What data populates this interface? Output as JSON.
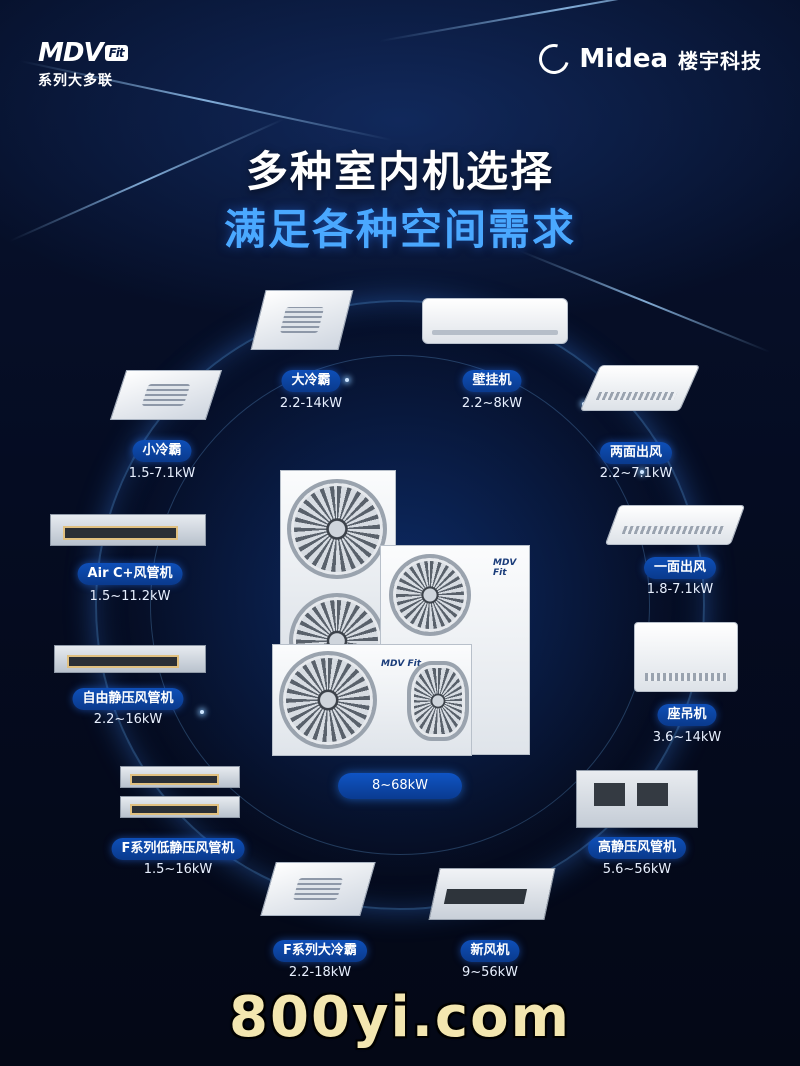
{
  "header": {
    "series_logo": "MDV",
    "series_logo_fit": "Fit",
    "series_name": "系列大多联",
    "brand_name": "Midea",
    "brand_cn": "楼宇科技"
  },
  "title": {
    "line1": "多种室内机选择",
    "line2": "满足各种空间需求"
  },
  "products": [
    {
      "name": "大冷霸",
      "capacity": "2.2-14kW",
      "icon": "cassette-4way"
    },
    {
      "name": "壁挂机",
      "capacity": "2.2~8kW",
      "icon": "wall-mounted"
    },
    {
      "name": "小冷霸",
      "capacity": "1.5-7.1kW",
      "icon": "compact-cassette"
    },
    {
      "name": "两面出风",
      "capacity": "2.2~7.1kW",
      "icon": "two-way-cassette"
    },
    {
      "name": "一面出风",
      "capacity": "1.8-7.1kW",
      "icon": "one-way-cassette"
    },
    {
      "name": "Air C+风管机",
      "capacity": "1.5~11.2kW",
      "icon": "duct-unit"
    },
    {
      "name": "座吊机",
      "capacity": "3.6~14kW",
      "icon": "ceiling-floor-unit"
    },
    {
      "name": "自由静压风管机",
      "capacity": "2.2~16kW",
      "icon": "free-static-duct"
    },
    {
      "name": "高静压风管机",
      "capacity": "5.6~56kW",
      "icon": "high-static-duct"
    },
    {
      "name": "F系列低静压风管机",
      "capacity": "1.5~16kW",
      "icon": "low-static-duct"
    },
    {
      "name": "F系列大冷霸",
      "capacity": "2.2-18kW",
      "icon": "cassette-4way"
    },
    {
      "name": "新风机",
      "capacity": "9~56kW",
      "icon": "fresh-air-unit"
    }
  ],
  "outdoor": {
    "capacity": "8~68kW",
    "unit_logo": "MDV Fit"
  },
  "watermark": "800yi.com"
}
